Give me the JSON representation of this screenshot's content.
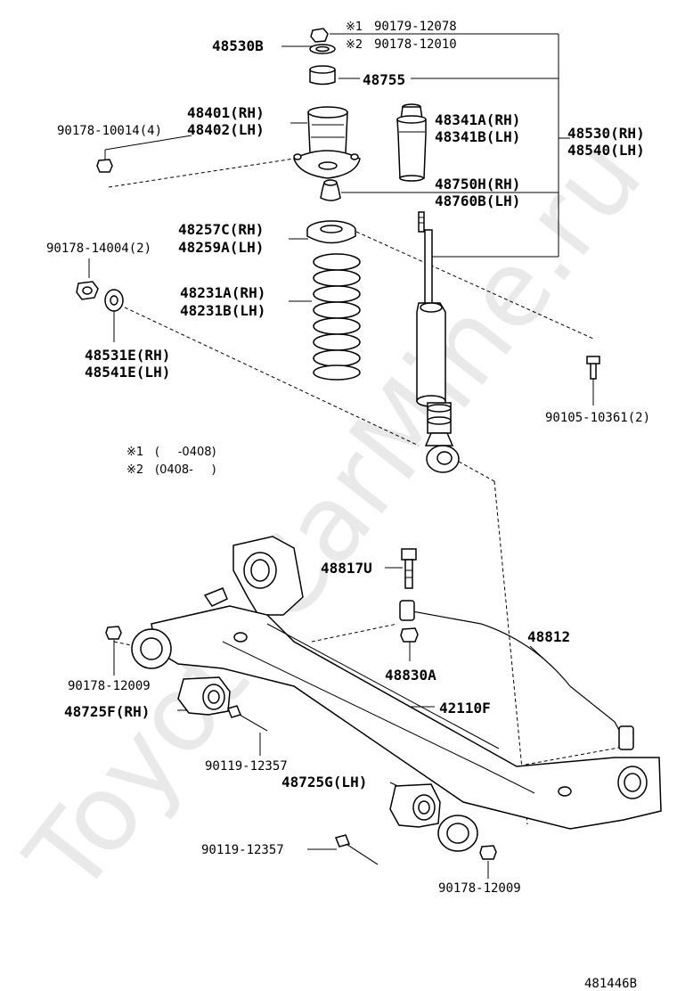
{
  "watermark": "ToyotaCarMine.ru",
  "notes": {
    "n1_mark": "※1",
    "n1_text": "(     -0408)",
    "n2_mark": "※2",
    "n2_text": "(0408-     )"
  },
  "labels": {
    "p48530b": "48530B",
    "p90179_12078": "90179-12078",
    "p90178_12010": "90178-12010",
    "mark1": "※1",
    "mark2": "※2",
    "p48755": "48755",
    "p48401": "48401(RH)",
    "p48402": "48402(LH)",
    "p90178_10014": "90178-10014(4)",
    "p48341a": "48341A(RH)",
    "p48341b": "48341B(LH)",
    "p48530rh": "48530(RH)",
    "p48540lh": "48540(LH)",
    "p48750h": "48750H(RH)",
    "p48760b": "48760B(LH)",
    "p48257c": "48257C(RH)",
    "p48259a": "48259A(LH)",
    "p90178_14004": "90178-14004(2)",
    "p48231a": "48231A(RH)",
    "p48231b": "48231B(LH)",
    "p48531e": "48531E(RH)",
    "p48541e": "48541E(LH)",
    "p90105_10361": "90105-10361(2)",
    "p48817u": "48817U",
    "p48812": "48812",
    "p48830a": "48830A",
    "p90178_12009a": "90178-12009",
    "p48725f": "48725F(RH)",
    "p42110f": "42110F",
    "p90119_12357a": "90119-12357",
    "p48725g": "48725G(LH)",
    "p90119_12357b": "90119-12357",
    "p90178_12009b": "90178-12009",
    "diagram_id": "481446B"
  }
}
